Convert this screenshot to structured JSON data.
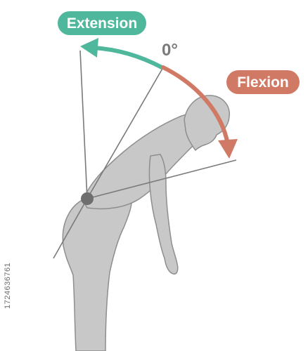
{
  "labels": {
    "extension": "Extension",
    "flexion": "Flexion",
    "zero_angle": "0°",
    "stock_id": "1724636761"
  },
  "colors": {
    "extension": "#4fb89c",
    "flexion": "#d07a66",
    "body": "#c8c8c8",
    "body_outline": "#8e8e8e",
    "line": "#7a7a7a",
    "pivot": "#6e6e6e"
  },
  "icons": {
    "pivot": "hip-joint-dot",
    "figure": "bending-human-silhouette"
  }
}
